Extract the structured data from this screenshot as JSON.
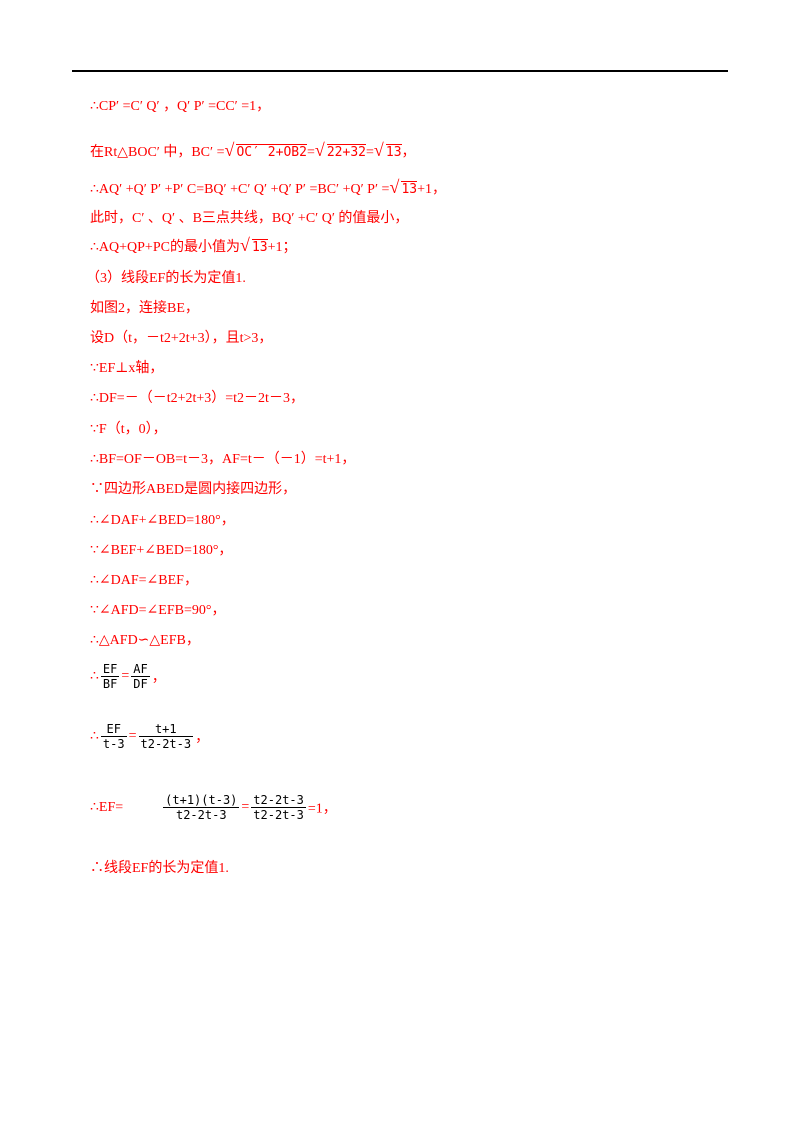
{
  "lines": [
    "∴CP′ =C′ Q′ ，Q′ P′ =CC′ =1，",
    "在Rt△BOC′ 中，BC′ =",
    "OC′ 2+OB2",
    "=",
    "22+32",
    "=",
    "13",
    "，",
    "∴AQ′ +Q′ P′ +P′ C=BQ′ +C′ Q′ +Q′ P′ =BC′ +Q′ P′ =",
    "13",
    "+1，",
    "此时，C′ 、Q′ 、B三点共线，BQ′ +C′ Q′ 的值最小，",
    "∴AQ+QP+PC的最小值为",
    "13",
    "+1；",
    "（3）线段EF的长为定值1.",
    "如图2，连接BE，",
    "设D（t，－t2+2t+3），且t>3，",
    "∵EF⊥x轴，",
    "∴DF=－（－t2+2t+3）=t2－2t－3，",
    "∵F（t，0），",
    "∴BF=OF－OB=t－3，AF=t－（－1）=t+1，",
    "∵四边形ABED是圆内接四边形，",
    "∴∠DAF+∠BED=180°，",
    "∵∠BEF+∠BED=180°，",
    "∴∠DAF=∠BEF，",
    "∵∠AFD=∠EFB=90°，",
    "∴△AFD∽△EFB，",
    "∴",
    "EF",
    "BF",
    "=",
    "AF",
    "DF",
    "，",
    "∴",
    "EF",
    "t-3",
    "=",
    "t+1",
    "t2-2t-3",
    "，",
    "∴EF=",
    "(t+1)(t-3)",
    "t2-2t-3",
    "=",
    "t2-2t-3",
    "t2-2t-3",
    "=1，",
    "∴线段EF的长为定值1."
  ]
}
